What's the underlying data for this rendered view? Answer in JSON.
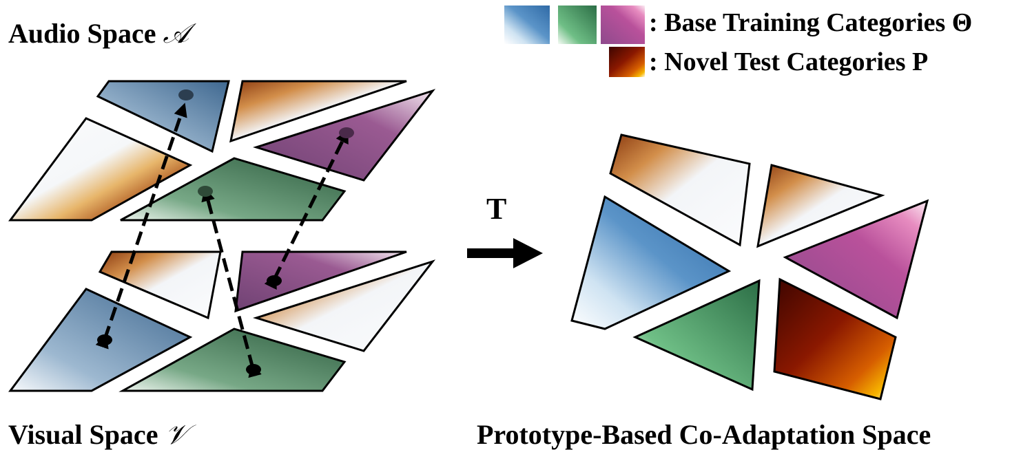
{
  "labels": {
    "audio_space": "Audio Space",
    "audio_symbol": "𝒜",
    "visual_space": "Visual Space",
    "visual_symbol": "𝒱",
    "coadaptation_space": "Prototype-Based Co-Adaptation Space",
    "transform": "T"
  },
  "legend": {
    "base": ": Base Training Categories Θ",
    "novel": ": Novel Test Categories P"
  },
  "colors": {
    "blue": "#3a7bbd",
    "green": "#2e8b57",
    "magenta": "#c0509a",
    "novel_dark": "#6b0a00",
    "novel_light": "#f0a000"
  }
}
